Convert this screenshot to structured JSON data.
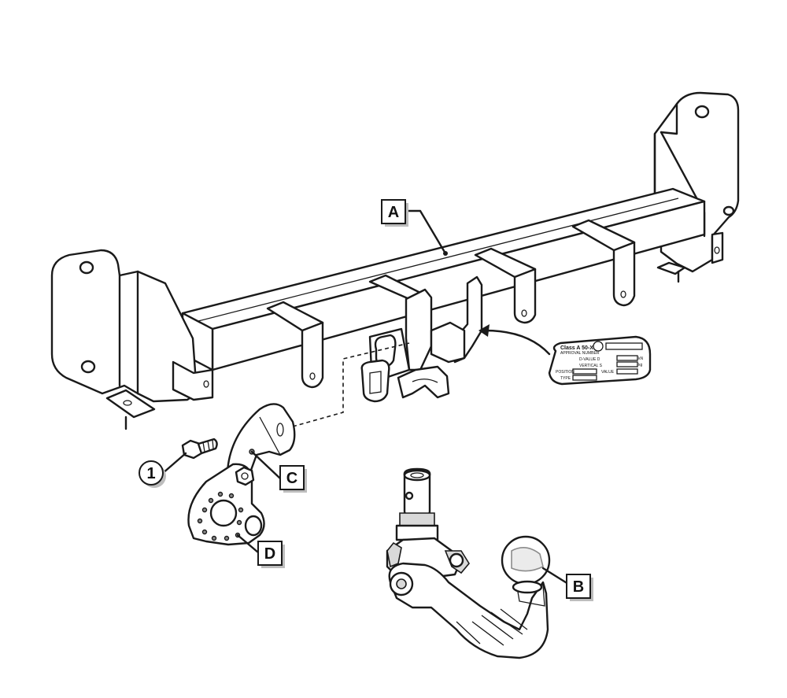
{
  "labels": {
    "A": "A",
    "B": "B",
    "C": "C",
    "D": "D",
    "one": "1"
  },
  "plate": {
    "class_line": "Class A 50-X",
    "approval_line": "APPROVAL NUMBER",
    "d_label": "D-VALUE D",
    "s_label": "VERTICAL S",
    "position_label": "POSITION",
    "type_label": "TYPE",
    "kn": "kN",
    "kg": "kg",
    "value_label": "VALUE"
  },
  "colors": {
    "line": "#1a1a1a",
    "shade": "#d9d9d9",
    "label_shadow": "#bdbdbd"
  }
}
